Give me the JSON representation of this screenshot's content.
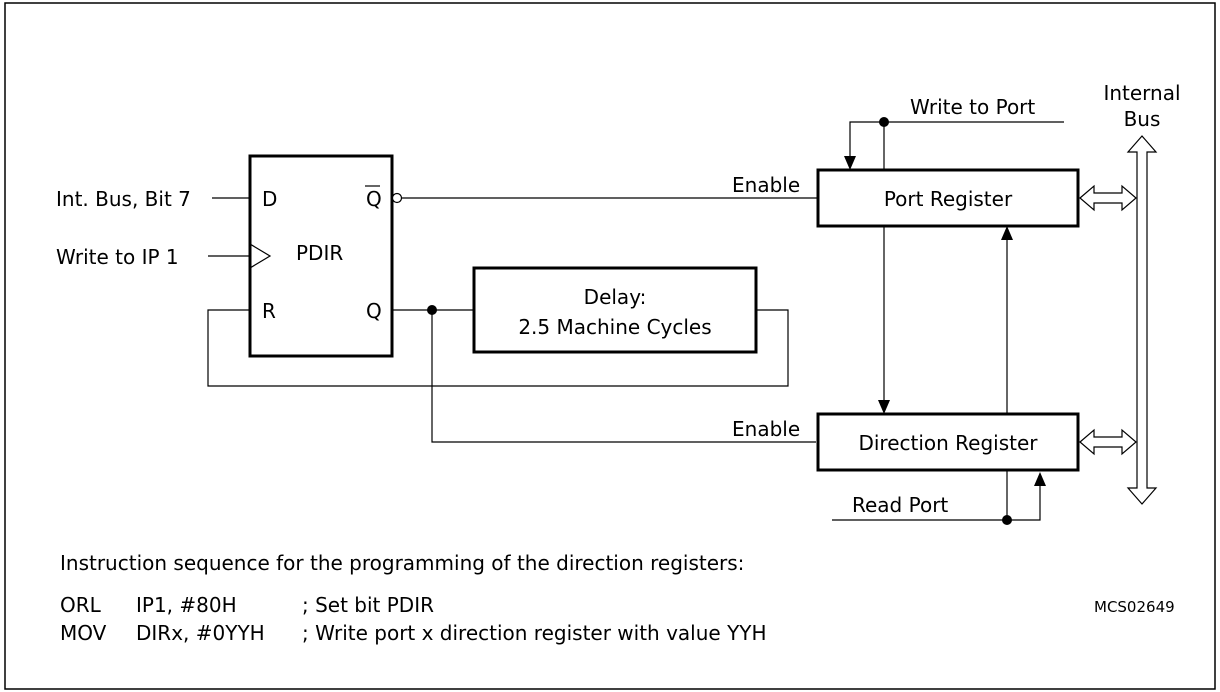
{
  "flipflop": {
    "label": "PDIR",
    "pin_d": "D",
    "pin_r": "R",
    "pin_q": "Q",
    "pin_qbar": "Q"
  },
  "inputs": {
    "int_bus_bit7": "Int. Bus, Bit 7",
    "write_to_ip1": "Write to IP 1"
  },
  "delay": {
    "line1": "Delay:",
    "line2": "2.5 Machine Cycles"
  },
  "port_register": {
    "label": "Port Register",
    "enable": "Enable",
    "write_to_port": "Write to Port"
  },
  "direction_register": {
    "label": "Direction Register",
    "enable": "Enable",
    "read_port": "Read Port"
  },
  "internal_bus": {
    "line1": "Internal",
    "line2": "Bus"
  },
  "instructions": {
    "heading": "Instruction sequence for the programming of the direction registers:",
    "rows": [
      {
        "op": "ORL",
        "args": "IP1, #80H",
        "comment": "; Set bit PDIR"
      },
      {
        "op": "MOV",
        "args": "DIRx, #0YYH",
        "comment": "; Write port x direction register with value YYH"
      }
    ]
  },
  "figure_id": "MCS02649"
}
